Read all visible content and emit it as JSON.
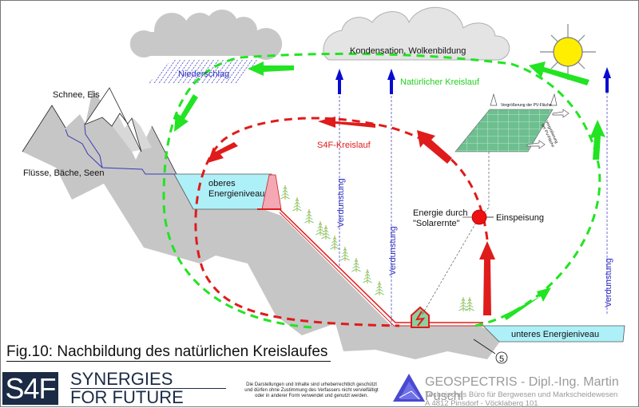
{
  "figure": {
    "title": "Fig.10: Nachbildung des natürlichen Kreislaufes"
  },
  "labels": {
    "snow": "Schnee, Eis",
    "rivers": "Flüsse, Bäche, Seen",
    "precipitation": "Niederschlag",
    "condensation": "Kondensation, Wolkenbildung",
    "natural_cycle": "Natürlicher Kreislauf",
    "s4f_cycle": "S4F-Kreislauf",
    "upper_level_line1": "oberes",
    "upper_level_line2": "Energieniveau",
    "lower_level": "unteres Energieniveau",
    "evaporation": "Verdunstung",
    "energy_line1": "Energie durch",
    "energy_line2": "\"Solarernte\"",
    "feed_in": "Einspeisung",
    "pv_enlarge_top": "Vergrößerung der PV-Fläche",
    "pv_enlarge_side_line1": "Vergrößerung",
    "pv_enlarge_side_line2": "der PV-Fläche",
    "marker_number": "5"
  },
  "colors": {
    "natural_cycle": "#22e422",
    "s4f_cycle": "#e01b1b",
    "evaporation": "#2020c0",
    "water": "#aef0f8",
    "terrain": "#c6c6c6",
    "pv_panel": "#6dbf8f",
    "sun": "#ffee00",
    "brand_navy": "#1b2b45"
  },
  "footer": {
    "s4f_logo": "S4F",
    "synergies_line1": "SYNERGIES",
    "synergies_line2": "FOR FUTURE",
    "disclaimer_line1": "Die Darstellungen und Inhalte sind urheberrechtlich geschützt",
    "disclaimer_line2": "und dürfen ohne Zustimmung des Verfassers nicht vervielfältigt",
    "disclaimer_line3": "oder in anderer Form verwendet und genutzt werden.",
    "company_name": "GEOSPECTRIS - Dipl.-Ing. Martin Puschl",
    "company_sub": "Technisches Büro für Bergwesen und Markscheidewesen",
    "company_address": "A 4812 Pinsdorf - Vöcklaberg 101"
  }
}
